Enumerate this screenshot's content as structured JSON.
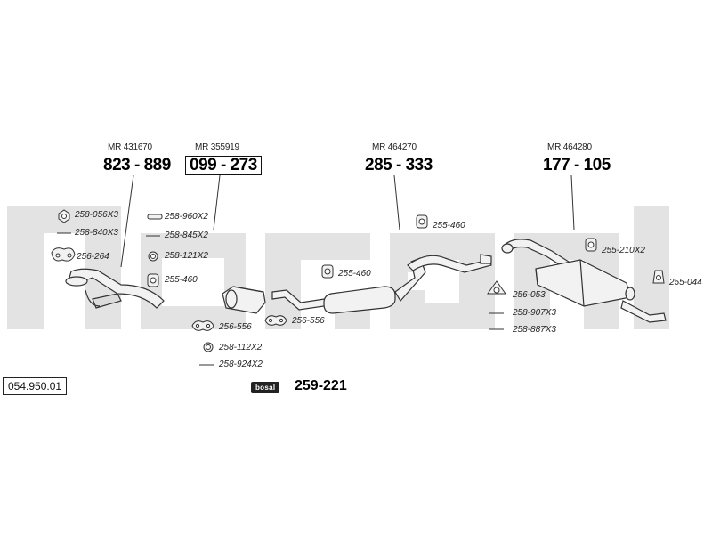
{
  "catalog_number": "054.950.01",
  "brand_badge": "bosal",
  "kit_number": "259-221",
  "colors": {
    "watermark": "#e3e3e3",
    "line": "#333333",
    "part_fill": "#f2f2f2"
  },
  "assemblies": [
    {
      "mr": "MR 431670",
      "part": "823 - 889",
      "boxed": false
    },
    {
      "mr": "MR 355919",
      "part": "099 - 273",
      "boxed": true
    },
    {
      "mr": "MR 464270",
      "part": "285 - 333",
      "boxed": false
    },
    {
      "mr": "MR 464280",
      "part": "177 - 105",
      "boxed": false
    }
  ],
  "parts": {
    "nut_a": "258-056X3",
    "bolt_a": "258-840X3",
    "gasket_a": "256-264",
    "sleeve_b": "258-960X2",
    "bolt_b": "258-845X2",
    "ring_b": "258-121X2",
    "clamp_b": "255-460",
    "gasket_c": "256-556",
    "gasket_d": "256-556",
    "ring_d": "258-112X2",
    "bolt_d": "258-924X2",
    "hanger_e": "255-460",
    "hanger_f": "255-460",
    "hanger_g": "255-210X2",
    "hanger_h": "255-044",
    "gasket_i": "256-053",
    "bolt_i1": "258-907X3",
    "bolt_i2": "258-887X3"
  }
}
